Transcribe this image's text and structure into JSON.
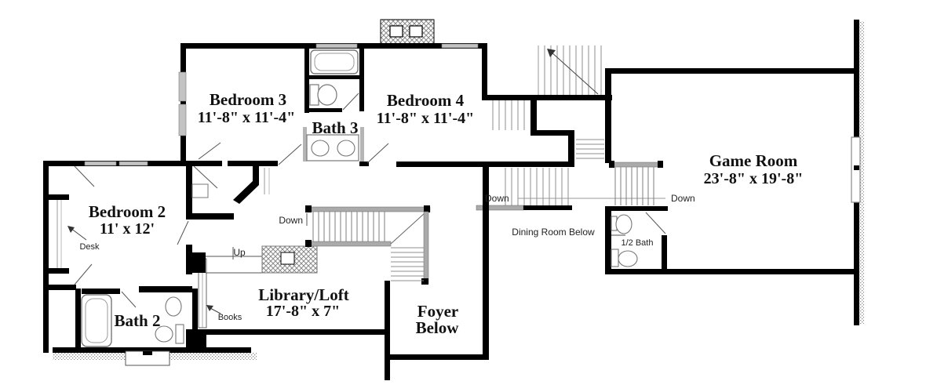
{
  "plan": {
    "type": "second-floor-plan",
    "colors": {
      "wall": "#000000",
      "window_fill": "#c3c3c3",
      "railing_fill": "#aaaaaa",
      "tread_line": "#888888",
      "hatch_line": "#8a8a8a",
      "background": "#ffffff"
    }
  },
  "rooms": {
    "bedroom3": {
      "name": "Bedroom 3",
      "dims": "11'-8\" x 11'-4\""
    },
    "bedroom4": {
      "name": "Bedroom 4",
      "dims": "11'-8\" x 11'-4\""
    },
    "bath3": {
      "name": "Bath 3"
    },
    "bedroom2": {
      "name": "Bedroom 2",
      "dims": "11' x 12'"
    },
    "bath2": {
      "name": "Bath 2"
    },
    "game_room": {
      "name": "Game Room",
      "dims": "23'-8\" x 19'-8\""
    },
    "library": {
      "name": "Library/Loft",
      "dims": "17'-8\" x 7\""
    },
    "foyer": {
      "line1": "Foyer",
      "line2": "Below"
    },
    "dining": {
      "name": "Dining Room Below"
    },
    "half_bath": {
      "name": "1/2 Bath"
    }
  },
  "annotations": {
    "down_west": "Down",
    "down_center": "Down",
    "down_east": "Down",
    "up": "Up",
    "desk": "Desk",
    "books": "Books"
  }
}
